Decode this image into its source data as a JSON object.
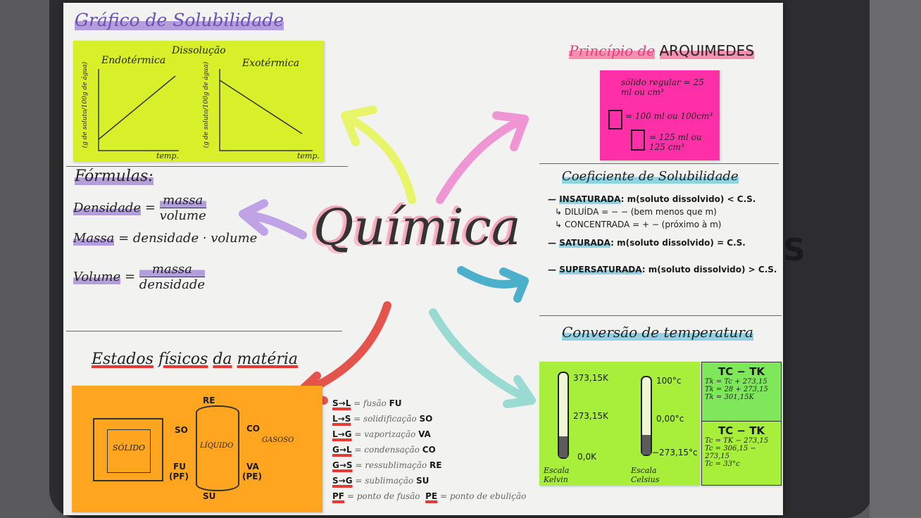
{
  "center_title": "Química",
  "solubility_graph": {
    "title": "Gráfico de Solubilidade",
    "dissolution_label": "Dissolução",
    "endothermic": "Endotérmica",
    "exothermic": "Exotérmica",
    "y_axis": "(g de soluto/100g de água)",
    "x_axis": "temp."
  },
  "formulas": {
    "title": "Fórmulas:",
    "density_left": "Densidade",
    "density_num": "massa",
    "density_den": "volume",
    "mass_left": "Massa",
    "mass_right": "densidade · volume",
    "volume_left": "Volume",
    "volume_num": "massa",
    "volume_den": "densidade"
  },
  "states": {
    "title_1": "Estados",
    "title_2": "físicos",
    "title_3": "da",
    "title_4": "matéria",
    "solid": "SÓLIDO",
    "liquid": "LÍQUIDO",
    "gas": "GASOSO",
    "re": "RE",
    "so": "SO",
    "co": "CO",
    "fu": "FU",
    "pf": "(PF)",
    "va": "VA",
    "pe": "(PE)",
    "su": "SU",
    "transitions": [
      {
        "code": "S→L",
        "desc": "= fusão",
        "abbr": "FU"
      },
      {
        "code": "L→S",
        "desc": "= solidificação",
        "abbr": "SO"
      },
      {
        "code": "L→G",
        "desc": "= vaporização",
        "abbr": "VA"
      },
      {
        "code": "G→L",
        "desc": "= condensação",
        "abbr": "CO"
      },
      {
        "code": "G→S",
        "desc": "= ressublimação",
        "abbr": "RE"
      },
      {
        "code": "S→G",
        "desc": "= sublimação",
        "abbr": "SU"
      }
    ],
    "pf_code": "PF",
    "pf_desc": "= ponto de fusão",
    "pe_code": "PE",
    "pe_desc": "= ponto de ebulição"
  },
  "archimedes": {
    "title_1": "Princípio de",
    "title_2": "ARQUIMEDES",
    "line1": "sólido regular = 25 ml ou cm³",
    "line2": "= 100 ml ou 100cm³",
    "line3": "= 125 ml ou 125 cm³"
  },
  "coefficient": {
    "title": "Coeficiente de Solubilidade",
    "rows": [
      {
        "label": "INSATURADA",
        "text": ": m(soluto dissolvido) < C.S."
      },
      {
        "label": "DILUÍDA",
        "text": "= − − (bem menos que m)"
      },
      {
        "label": "CONCENTRADA",
        "text": "= + − (próximo à m)"
      },
      {
        "label": "SATURADA",
        "text": ": m(soluto dissolvido) = C.S."
      },
      {
        "label": "SUPERSATURADA",
        "text": ": m(soluto dissolvido) > C.S."
      }
    ]
  },
  "temperature": {
    "title": "Conversão de temperatura",
    "kelvin_top": "373,15K",
    "kelvin_mid": "273,15K",
    "kelvin_bot": "0,0K",
    "kelvin_scale": "Escala Kelvin",
    "celsius_top": "100°c",
    "celsius_mid": "0,00°c",
    "celsius_bot": "−273,15°c",
    "celsius_scale": "Escala Celsius",
    "box1_title": "TC − TK",
    "box1_lines": [
      "Tk = Tc + 273,15",
      "Tk = 28 + 273,15",
      "Tk = 301,15K"
    ],
    "box2_title": "TC − TK",
    "box2_lines": [
      "Tc = TK − 273,15",
      "Tc = 306,15 − 273,15",
      "Tc = 33°c"
    ]
  },
  "side_letter": "S",
  "colors": {
    "yellow_note": "#d8f02a",
    "pink_note": "#ff2fa8",
    "orange_note": "#ffa51f",
    "green_note": "#a8ef3c",
    "arrow_yellow": "#e8f55a",
    "arrow_pink": "#f08bd0",
    "arrow_purple": "#b99ae4",
    "arrow_blue": "#3aa8c9",
    "arrow_red": "#e3433a",
    "arrow_teal": "#8fd8cf"
  }
}
